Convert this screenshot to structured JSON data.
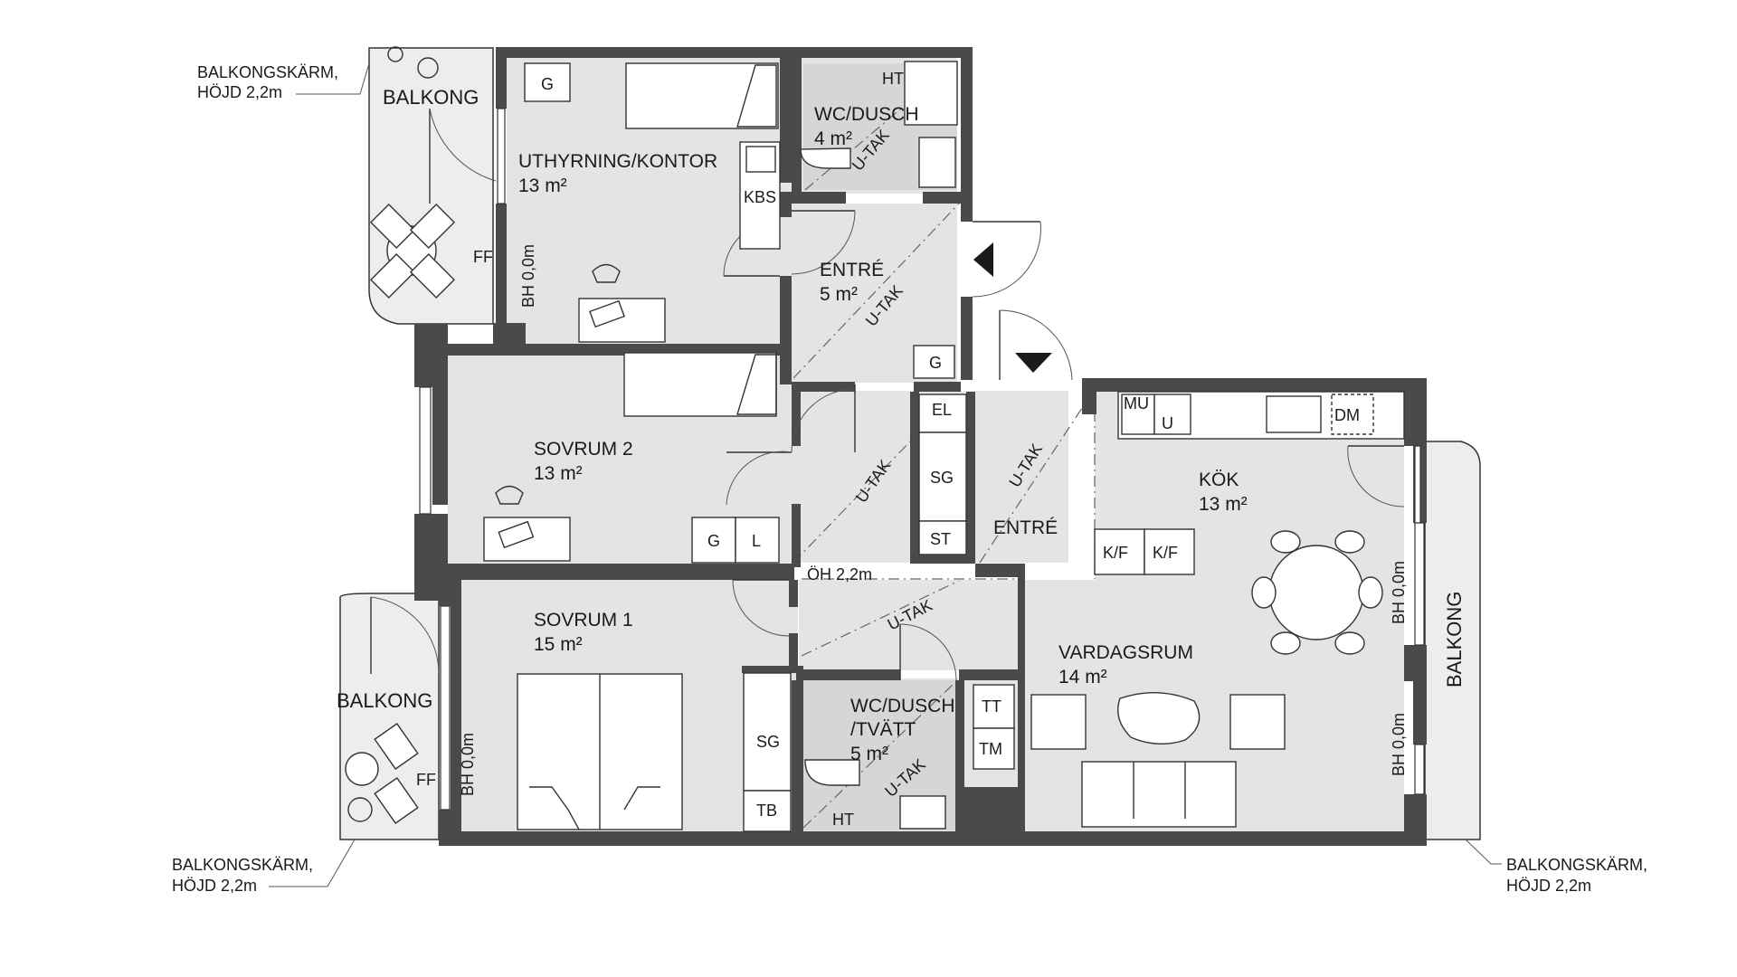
{
  "rooms": {
    "uthyrning": {
      "name": "UTHYRNING/KONTOR",
      "area": "13 m²"
    },
    "wc1": {
      "name": "WC/DUSCH",
      "area": "4 m²"
    },
    "entre1": {
      "name": "ENTRÉ",
      "area": "5 m²"
    },
    "sovrum2": {
      "name": "SOVRUM 2",
      "area": "13 m²"
    },
    "entre2": {
      "name": "ENTRÉ"
    },
    "kok": {
      "name": "KÖK",
      "area": "13 m²"
    },
    "sovrum1": {
      "name": "SOVRUM 1",
      "area": "15 m²"
    },
    "wc2": {
      "name": "WC/DUSCH",
      "name2": "/TVÄTT",
      "area": "5 m²"
    },
    "vardagsrum": {
      "name": "VARDAGSRUM",
      "area": "14 m²"
    }
  },
  "balconies": {
    "top_left": "BALKONG",
    "bottom_left": "BALKONG",
    "right": "BALKONG"
  },
  "notes": {
    "screen_tl_1": "BALKONGSKÄRM,",
    "screen_tl_2": "HÖJD 2,2m",
    "screen_bl_1": "BALKONGSKÄRM,",
    "screen_bl_2": "HÖJD 2,2m",
    "screen_br_1": "BALKONGSKÄRM,",
    "screen_br_2": "HÖJD 2,2m",
    "bh_1": "BH 0,0m",
    "bh_2": "BH 0,0m",
    "bh_3": "BH 0,0m",
    "bh_4": "BH 0,0m",
    "oh": "ÖH 2,2m",
    "utak_1": "U-TAK",
    "utak_2": "U-TAK",
    "utak_3": "U-TAK",
    "utak_4": "U-TAK",
    "utak_5": "U-TAK",
    "utak_6": "U-TAK",
    "ff_1": "FF",
    "ff_2": "FF"
  },
  "appliances": {
    "g_office": "G",
    "ht_wc1": "HT",
    "kbs": "KBS",
    "g_entre": "G",
    "g_sov2": "G",
    "l_sov2": "L",
    "el": "EL",
    "sg_hall": "SG",
    "st": "ST",
    "mu": "MU",
    "u": "U",
    "dm": "DM",
    "kf_1": "K/F",
    "kf_2": "K/F",
    "sg_sov1": "SG",
    "tb": "TB",
    "tt": "TT",
    "tm": "TM",
    "ht_wc2": "HT"
  }
}
